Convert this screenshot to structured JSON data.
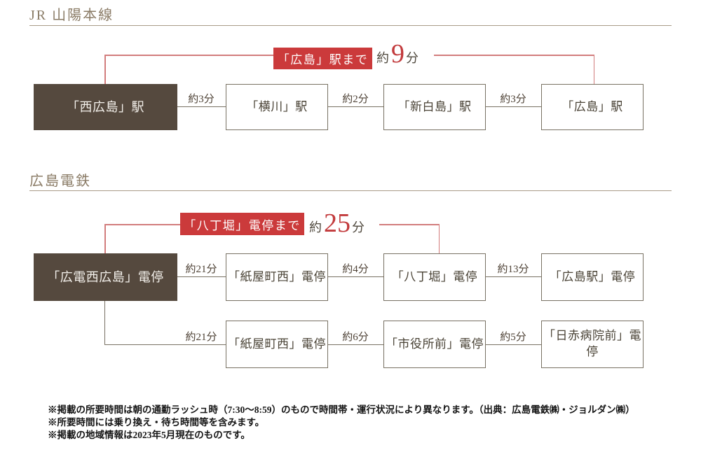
{
  "colors": {
    "accent_red": "#cb3a3b",
    "time_number_red": "#c23a3c",
    "bracket_line_red": "#d27d7d",
    "dark_station_box": "#55493e",
    "connector_gray": "#787163",
    "section_title_brown": "#8a7b66",
    "divider_brown": "#a89b88",
    "station_text": "#4a4336",
    "footnote_text": "#151515"
  },
  "sections": [
    {
      "title": "JR 山陽本線",
      "highlight": {
        "badge": "「広島」駅まで",
        "prefix": "約",
        "value": "9",
        "suffix": "分"
      },
      "rows": [
        {
          "stations": [
            "「西広島」駅",
            "「横川」駅",
            "「新白島」駅",
            "「広島」駅"
          ],
          "durations": [
            "約3分",
            "約2分",
            "約3分"
          ]
        }
      ]
    },
    {
      "title": "広島電鉄",
      "highlight": {
        "badge": "「八丁堀」電停まで",
        "prefix": "約",
        "value": "25",
        "suffix": "分"
      },
      "rows": [
        {
          "stations": [
            "「広電西広島」電停",
            "「紙屋町西」電停",
            "「八丁堀」電停",
            "「広島駅」電停"
          ],
          "durations": [
            "約21分",
            "約4分",
            "約13分"
          ]
        },
        {
          "stations": [
            "「紙屋町西」電停",
            "「市役所前」電停",
            "「日赤病院前」電停"
          ],
          "durations": [
            "約21分",
            "約6分",
            "約5分"
          ]
        }
      ]
    }
  ],
  "footnotes": [
    "※掲載の所要時間は朝の通勤ラッシュ時（7:30～8:59）のもので時間帯・運行状況により異なります。（出典：広島電鉄㈱・ジョルダン㈱）",
    "※所要時間には乗り換え・待ち時間等を含みます。",
    "※掲載の地域情報は2023年5月現在のものです。"
  ]
}
